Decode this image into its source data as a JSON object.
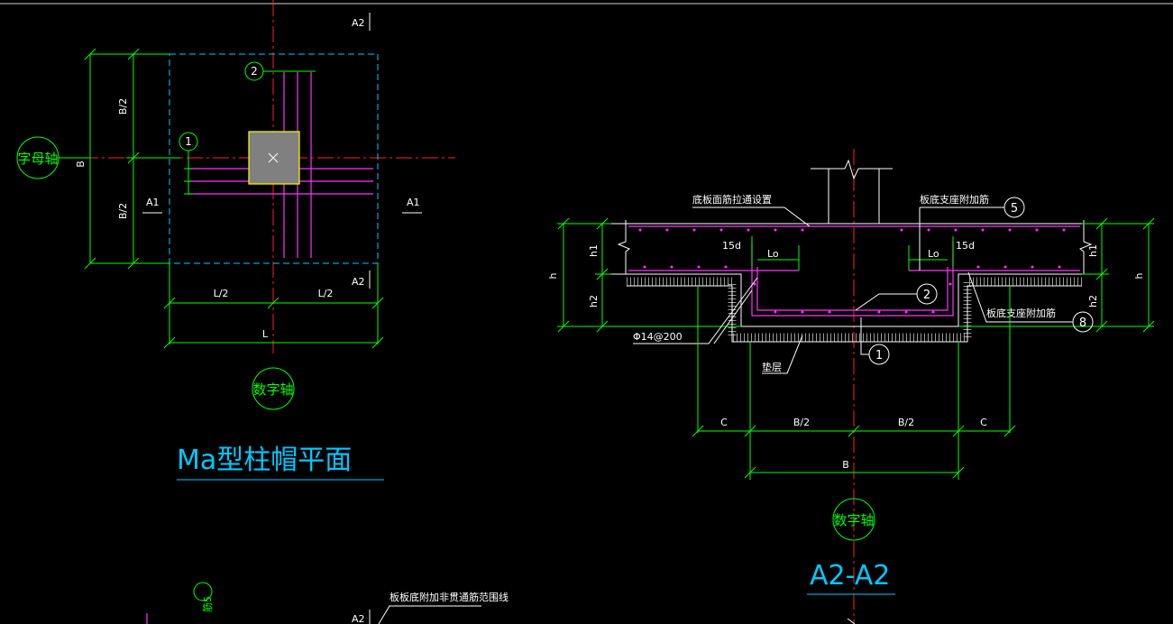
{
  "plan": {
    "title": "Ma型柱帽平面",
    "axis_letter_label": "字母轴",
    "axis_number_label": "数字轴",
    "section_a2": "A2",
    "section_a1": "A1",
    "dim_b_half": "B/2",
    "dim_b": "B",
    "dim_l_half": "L/2",
    "dim_l": "L",
    "callout_1": "1",
    "callout_2": "2"
  },
  "section": {
    "title": "A2-A2",
    "axis_number_label": "数字轴",
    "note_top_rebar": "底板面筋拉通设置",
    "note_support_top": "板底支座附加筋",
    "note_support_bottom": "板底支座附加筋",
    "note_rebar_spec": "Φ14@200",
    "note_cushion": "垫层",
    "len_15d_left": "15d",
    "len_15d_right": "15d",
    "len_lo_left": "Lo",
    "len_lo_right": "Lo",
    "dim_h_left": "h",
    "dim_h1_left": "h1",
    "dim_h2_left": "h2",
    "dim_h_right": "h",
    "dim_h1_right": "h1",
    "dim_h2_right": "h2",
    "dim_c_left": "C",
    "dim_b_half_left": "B/2",
    "dim_b_half_right": "B/2",
    "dim_c_right": "C",
    "dim_b": "B",
    "callout_1": "1",
    "callout_2": "2",
    "callout_5": "5",
    "callout_8": "8"
  },
  "bottom": {
    "section_a2": "A2",
    "note": "板板底附加非贯通筋范围线",
    "partial_label": "筋5"
  }
}
